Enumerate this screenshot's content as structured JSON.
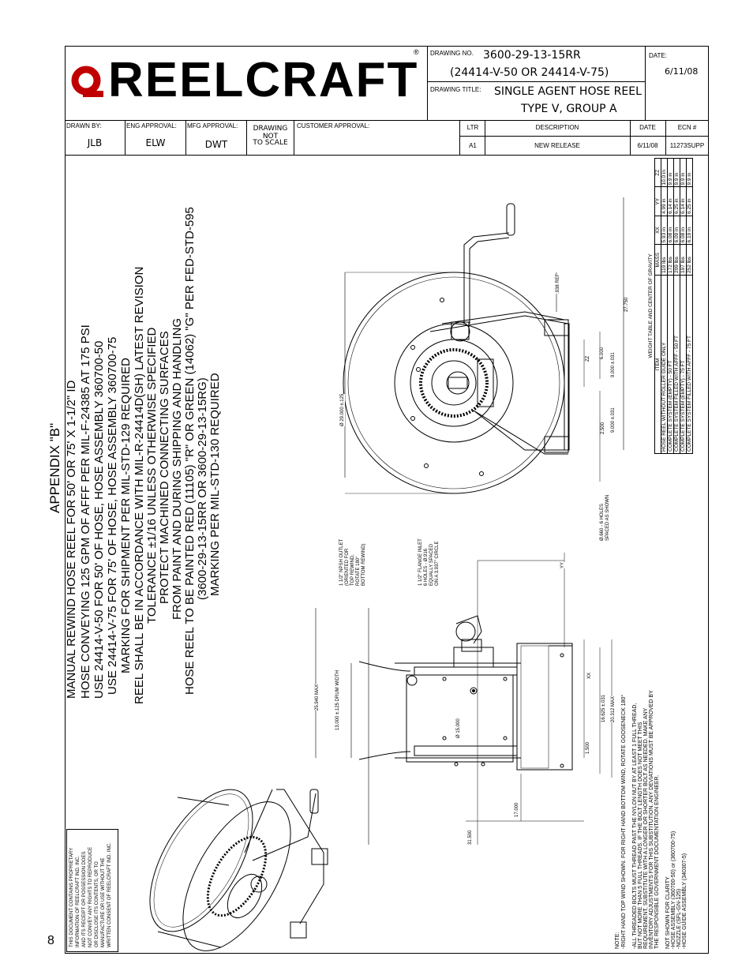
{
  "title_block": {
    "logo_text": "REELCRAFT",
    "registered_mark": "®",
    "drawing_no_label": "DRAWING NO.",
    "drawing_no": "3600-29-13-15RR",
    "drawing_no_alt": "(24414-V-50 OR 24414-V-75)",
    "drawing_title_label": "DRAWING TITLE:",
    "drawing_title_line1": "SINGLE AGENT HOSE REEL",
    "drawing_title_line2": "TYPE V, GROUP A",
    "date_label": "DATE:",
    "date": "6/11/08",
    "drawn_by_label": "DRAWN BY:",
    "drawn_by": "JLB",
    "eng_approval_label": "ENG APPROVAL:",
    "eng_approval": "ELW",
    "mfg_approval_label": "MFG APPROVAL:",
    "mfg_approval": "DWT",
    "scale_line1": "DRAWING NOT",
    "scale_line2": "TO SCALE",
    "customer_approval_label": "CUSTOMER APPROVAL:"
  },
  "revision_table": {
    "headers": [
      "LTR",
      "DESCRIPTION",
      "DATE",
      "ECN #"
    ],
    "rows": [
      [
        "A1",
        "NEW RELEASE",
        "6/11/08",
        "11273SUPP"
      ]
    ]
  },
  "appendix": {
    "title": "APPENDIX \"B\"",
    "lines": [
      "MANUAL REWIND HOSE REEL FOR 50' OR 75' X 1-1/2\" ID",
      "HOSE CONVEYING 125 GPM OF AFFF PER MIL-F-24385 AT 175 PSI",
      "USE 24414-V-50 FOR 50' OF HOSE, HOSE ASSEMBLY 360700-50",
      "USE 24414-V-75 FOR 75' OF HOSE, HOSE ASSEMBLY 360700-75",
      "MARKING FOR SHIPMENT PER MIL-STD-129 REQUIRED",
      "REEL SHALL BE IN ACCORDANCE WITH MIL-R-24414D(SH) LATEST REVISION",
      "TOLERANCE ±1/16 UNLESS OTHERWISE SPECIFIED",
      "PROTECT MACHINED CONNECTING SURFACES",
      "FROM PAINT AND DURING SHIPPING AND HANDLING",
      "HOSE REEL TO BE PAINTED RED (11105) \"R\" OR GREEN (14062) \"G\" PER FED-STD-595",
      "(3600-29-13-15RR OR 3600-29-13-15RG)",
      "MARKING PER MIL-STD-130 REQUIRED"
    ]
  },
  "proprietary_notice": [
    "THIS DOCUMENT CONTAINS PROPRIETARY",
    "INFORMATION OF REELCRAFT IND. INC.",
    "AND ITS RECEIPT OR POSSESSION DOES",
    "NOT CONVEY ANY RIGHTS TO REPRODUCE",
    "OR DISCLOSE ITS CONTENTS, OR TO",
    "MANUFACTURE OR USE WITHOUT THE",
    "WRITTEN CONSENT OF REELCRAFT IND. INC."
  ],
  "notes": {
    "label": "NOTE:",
    "lines": [
      "-RIGHT HAND TOP WIND SHOWN.  FOR RIGHT HAND BOTTOM WIND, ROTATE GOOSENECK 180°",
      "",
      "-ALL THREADED BOLTS MUST THREAD PAST THE NYLON NUT BY AT LEAST 1 FULL THREAD,",
      "BUT NOT MORE THAN 5 FULL THREADS.  IF THE BOLT LENGTH DOES NOT MEET THIS",
      "REQUIREMENT, SUBSTITUTE WITH A LONGER OR SHORTER BOLT AS NEEDED.  MAKE ANY",
      "INVENTORY ADJUSTMENTS FOR THIS SUBSTITUTION.  ANY DEVIATIONS MUST BE APPROVED BY",
      "THE RESPONSIBLE GOVERNMENT DOCUMENTATION ENGINEER.",
      "",
      "NOT SHOWN FOR CLARITY",
      "-HOSE ASSEMBLY (360700-50) or (360700-75)",
      "-NOZZLE (SFL-GN-125)",
      "-HOSE GUIDE ASSEMBLY (340307-5)"
    ]
  },
  "weight_table": {
    "caption": "WEIGHT TABLE AND CENTER OF GRAVITY",
    "headers": [
      "ITEM",
      "MASS",
      "XX",
      "YY",
      "ZZ"
    ],
    "rows": [
      [
        "HOSE REEL WITHOUT ROLLER GUIDE ONLY",
        "119 lbs",
        "5.93 in",
        "4.99 in",
        "10.0 in"
      ],
      [
        "COMPLETE SYSTEM (EMPTY) - 50 FT",
        "172 lbs",
        "6.08 in",
        "6.14 in",
        "9.9 in"
      ],
      [
        "COMPLETE SYSTEM FILLED WITH AFFF - 50 FT",
        "209 lbs",
        "6.09 in",
        "6.25 in",
        "9.9 in"
      ],
      [
        "COMPLETE SYSTEM (EMPTY) - 75 FT",
        "197 lbs",
        "6.08 in",
        "6.14 in",
        "9.9 in"
      ],
      [
        "COMPLETE SYSTEM FILLED WITH AFFF - 75 FT",
        "252 lbs",
        "6.19 in",
        "6.25 in",
        "9.9 in"
      ]
    ]
  },
  "dimensions": {
    "reel_dia": "Ø 29.000 ±.125",
    "ref_938": ".938 REF",
    "d_27750": "27.750",
    "zz": "ZZ",
    "d_6000": "6.000",
    "d_9000a": "9.000 ±.031",
    "d_2500": "2.500",
    "d_9000b": "9.000 ±.031",
    "holes_note": "Ø.660 - 6 HOLES SPACED AS SHOWN",
    "outlet_note": "1 1/2\" NPSH OUTLET (ORIENTED FOR TOP REWIND, ROTATE 180° BOTTOM REWIND)",
    "inlet_note": "1 1/2\" FLANGE INLET 6 HOLES - Ø.916 EQUALLY SPACED ON A 3.937\" CIRCLE",
    "yy": "YY",
    "xx": "XX",
    "d_25940": "25.940 MAX",
    "d_13000": "13.000 ±.125 DRUM WIDTH",
    "d_15000": "Ø 15.000",
    "d_16625": "16.625 ±.031",
    "d_20312": "20.312 MAX",
    "d_1500": "1.500",
    "d_17000": "17.000",
    "d_31500": "31.500"
  },
  "page_number": "8"
}
